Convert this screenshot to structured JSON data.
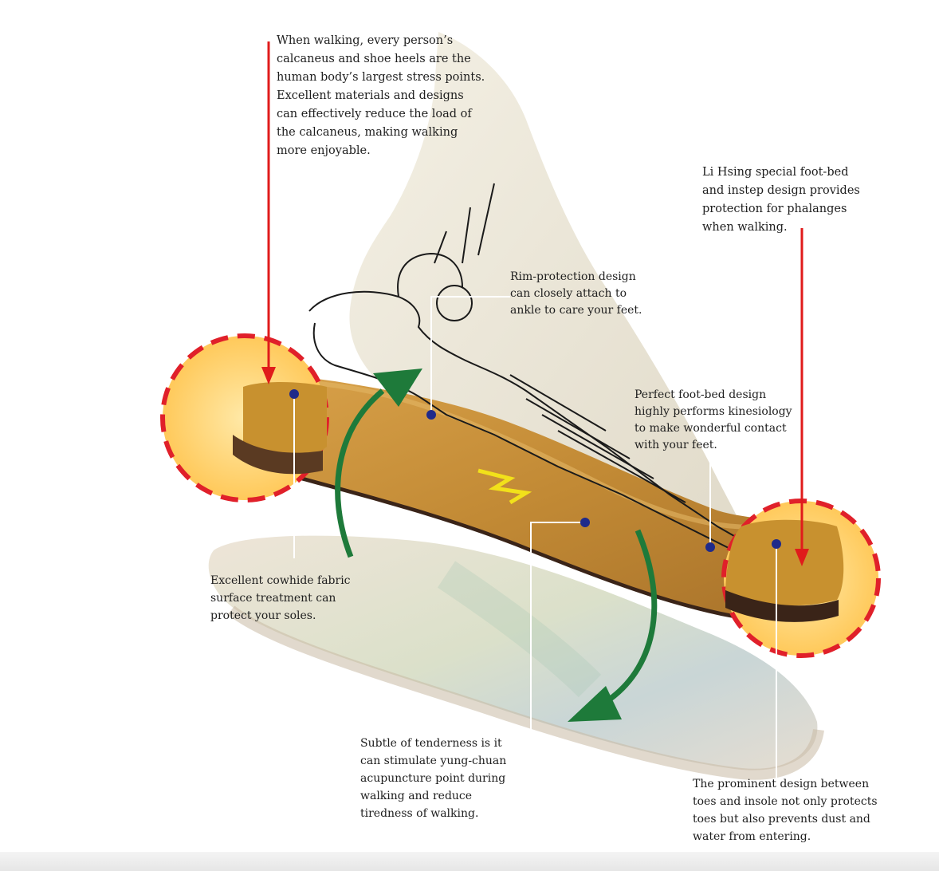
{
  "annotations": {
    "heel_stress": [
      "When walking, every person’s",
      "calcaneus and shoe heels are the",
      "human body’s largest stress points.",
      "Excellent materials and designs",
      "can effectively reduce the load of",
      "the calcaneus, making walking",
      "more enjoyable."
    ],
    "toe_protection": [
      "Li Hsing special foot-bed",
      "and instep design provides",
      "protection for phalanges",
      "when walking."
    ],
    "rim_protection": [
      "Rim-protection design",
      "can closely attach to",
      "ankle to care your feet."
    ],
    "foot_bed": [
      "Perfect foot-bed design",
      "highly performs kinesiology",
      "to make wonderful contact",
      "with your feet."
    ],
    "cowhide": [
      "Excellent cowhide fabric",
      "surface treatment can",
      "protect your soles."
    ],
    "yung_chuan": [
      "Subtle of tenderness is it",
      "can stimulate yung-chuan",
      "acupuncture point during",
      "walking and reduce",
      "tiredness of walking."
    ],
    "toe_bar": [
      "The prominent design between",
      "toes and insole not only protects",
      "toes but also prevents dust and",
      "water from entering."
    ]
  },
  "colors": {
    "arrow_red": "#e01b1b",
    "arrow_green": "#1e7a3a",
    "circle_fill": "#ffd66b",
    "circle_border": "#e0202a",
    "cork": "#c8912f",
    "sole_dark": "#3a2418",
    "marker_dot": "#1f2a8a"
  }
}
